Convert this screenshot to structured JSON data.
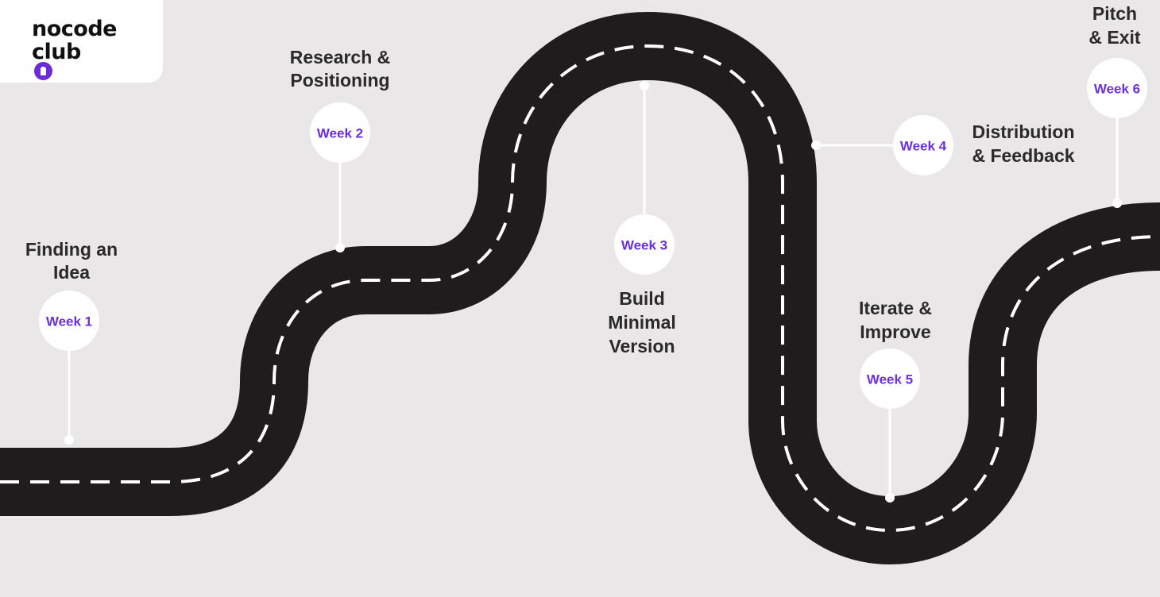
{
  "brand": {
    "line1": "nocode",
    "line2": "club",
    "badge_color": "#6c2bd9"
  },
  "colors": {
    "background": "#e9e7e8",
    "road": "#1f1c1d",
    "dash": "#ffffff",
    "week_text": "#6b2fe0",
    "label_text": "#2a2a2a"
  },
  "milestones": [
    {
      "week": "Week 1",
      "label": [
        "Finding an",
        "Idea"
      ]
    },
    {
      "week": "Week 2",
      "label": [
        "Research &",
        "Positioning"
      ]
    },
    {
      "week": "Week 3",
      "label": [
        "Build",
        "Minimal",
        "Version"
      ]
    },
    {
      "week": "Week 4",
      "label": [
        "Distribution",
        "& Feedback"
      ]
    },
    {
      "week": "Week 5",
      "label": [
        "Iterate &",
        "Improve"
      ]
    },
    {
      "week": "Week 6",
      "label": [
        "Pitch",
        "& Exit"
      ]
    }
  ]
}
